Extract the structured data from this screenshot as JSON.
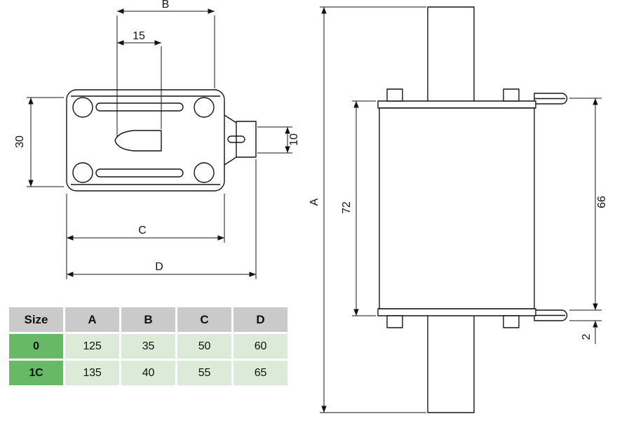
{
  "colors": {
    "line": "#141414",
    "background": "#ffffff",
    "table_header_bg": "#c9cac9",
    "table_size_bg": "#67b966",
    "table_cell_bg": "#dcebd8"
  },
  "top_view": {
    "dims": {
      "b": "B",
      "n15": "15",
      "n30": "30",
      "n10": "10",
      "c": "C",
      "d": "D"
    }
  },
  "side_view": {
    "dims": {
      "a": "A",
      "n72": "72",
      "n66": "66",
      "n2": "2"
    }
  },
  "size_table": {
    "headers": [
      "Size",
      "A",
      "B",
      "C",
      "D"
    ],
    "rows": [
      {
        "size": "0",
        "a": "125",
        "b": "35",
        "c": "50",
        "d": "60"
      },
      {
        "size": "1C",
        "a": "135",
        "b": "40",
        "c": "55",
        "d": "65"
      }
    ]
  }
}
